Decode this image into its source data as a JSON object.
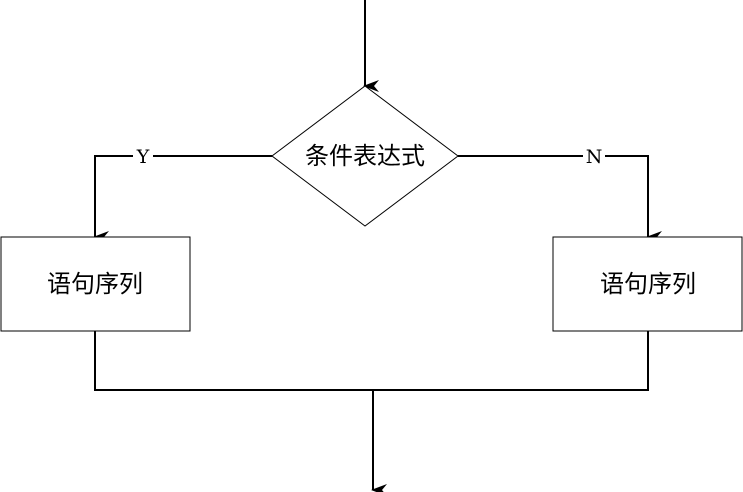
{
  "diagram": {
    "type": "flowchart-branch",
    "decision": {
      "label": "条件表达式"
    },
    "branches": {
      "yes": {
        "label": "Y",
        "process": {
          "label": "语句序列"
        }
      },
      "no": {
        "label": "N",
        "process": {
          "label": "语句序列"
        }
      }
    }
  },
  "colors": {
    "stroke": "#000000",
    "fill": "#ffffff",
    "text": "#000000"
  }
}
